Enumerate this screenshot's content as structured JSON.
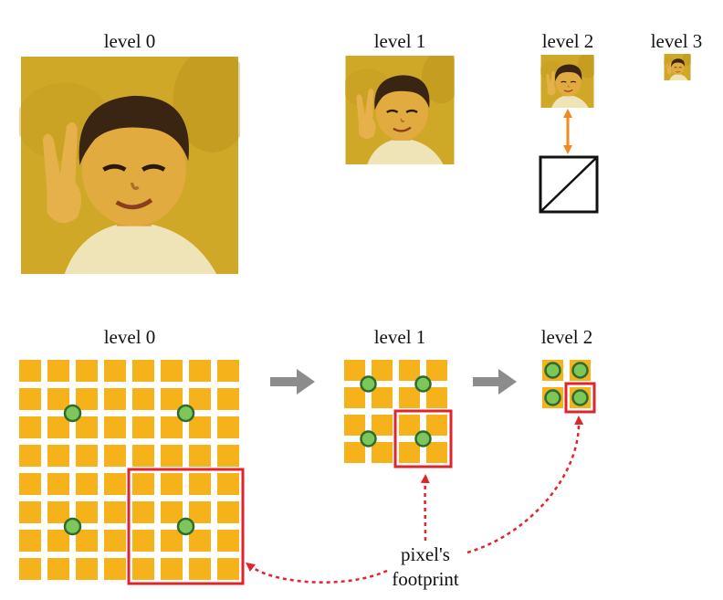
{
  "pyramid": {
    "labels": [
      "level 0",
      "level 1",
      "level 2",
      "level 3"
    ]
  },
  "grids": {
    "labels": [
      "level 0",
      "level 1",
      "level 2"
    ],
    "cells_per_side": [
      8,
      4,
      2
    ],
    "samples_per_side": 2,
    "footprint_cells": [
      4,
      2,
      1
    ]
  },
  "footprint": {
    "line1": "pixel's",
    "line2": "footprint"
  },
  "colors": {
    "tile": "#f5b21b",
    "tile_dark": "#e6a00f",
    "photo_bg": "#d4b22a",
    "sample_fill": "#7cc65a",
    "sample_stroke": "#2e6b2e",
    "footprint_red": "#e0242b",
    "arrow_gray": "#8c8c8c",
    "link_orange": "#f08a24"
  },
  "icons": [
    "boy-photo",
    "gray-arrow-right",
    "orange-double-arrow",
    "dashed-curved-arrow"
  ]
}
